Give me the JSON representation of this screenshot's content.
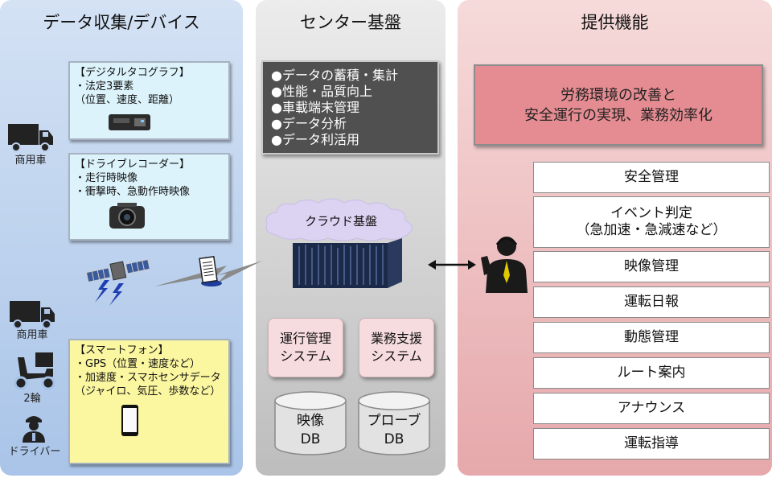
{
  "left_panel": {
    "title": "データ収集/デバイス",
    "tacho": {
      "lines": [
        "【デジタルタコグラフ】",
        "・法定3要素",
        "（位置、速度、距離）"
      ]
    },
    "drive_recorder": {
      "lines": [
        "【ドライブレコーダー】",
        "・走行時映像",
        "・衝撃時、急動作時映像"
      ]
    },
    "smartphone": {
      "lines": [
        "【スマートフォン】",
        "・GPS（位置・速度など）",
        "・加速度・スマホセンサデータ",
        "（ジャイロ、気圧、歩数など）"
      ]
    },
    "labels": {
      "truck1": "商用車",
      "truck2": "商用車",
      "bike": "2輪",
      "driver": "ドライバー"
    }
  },
  "center_panel": {
    "title": "センター基盤",
    "features": [
      "●データの蓄積・集計",
      "●性能・品質向上",
      "●車載端末管理",
      "●データ分析",
      "●データ利活用"
    ],
    "cloud": "クラウド基盤",
    "systems": [
      {
        "lines": [
          "運行管理",
          "システム"
        ]
      },
      {
        "lines": [
          "業務支援",
          "システム"
        ]
      }
    ],
    "databases": [
      {
        "lines": [
          "映像",
          "DB"
        ]
      },
      {
        "lines": [
          "プローブ",
          "DB"
        ]
      }
    ]
  },
  "right_panel": {
    "title": "提供機能",
    "headline": [
      "労務環境の改善と",
      "安全運行の実現、業務効率化"
    ],
    "services": [
      {
        "lines": [
          "安全管理"
        ]
      },
      {
        "lines": [
          "イベント判定",
          "（急加速・急減速など）"
        ]
      },
      {
        "lines": [
          "映像管理"
        ]
      },
      {
        "lines": [
          "運転日報"
        ]
      },
      {
        "lines": [
          "動態管理"
        ]
      },
      {
        "lines": [
          "ルート案内"
        ]
      },
      {
        "lines": [
          "アナウンス"
        ]
      },
      {
        "lines": [
          "運転指導"
        ]
      }
    ]
  },
  "colors": {
    "left_panel": "#b8cfee",
    "center_panel": "#d5d5d5",
    "right_panel": "#efc0c2",
    "headline_box": "#e58c92",
    "info_box": "#dcf3fb",
    "smartphone_box": "#fbf6a0",
    "feature_box": "#505050",
    "system_box": "#f7dcdf",
    "cloud": "#dcd2f2"
  },
  "icons": [
    "truck-icon",
    "scooter-icon",
    "driver-icon",
    "satellite-icon",
    "document-icon",
    "server-rack-icon",
    "operator-icon",
    "smartphone-icon",
    "tachograph-icon",
    "dashcam-icon"
  ]
}
